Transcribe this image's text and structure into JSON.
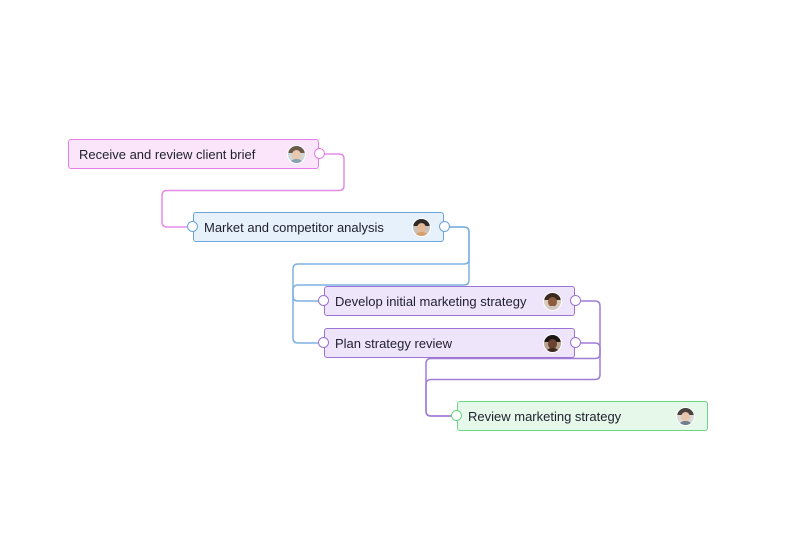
{
  "palette": {
    "pink": {
      "border": "#e57ee8",
      "fill": "#fbe5fb",
      "line": "#e68be8"
    },
    "blue": {
      "border": "#6aa5dc",
      "fill": "#e7f1fb",
      "line": "#7fb2e0"
    },
    "purple": {
      "border": "#9b73d6",
      "fill": "#eee5fa",
      "line": "#a07fd6"
    },
    "green": {
      "border": "#6cd486",
      "fill": "#e5f8ea",
      "line": "#6cd486"
    }
  },
  "tasks": [
    {
      "id": "t1",
      "label": "Receive and review client brief",
      "color": "pink",
      "assignee_icon": "avatar-man-light-icon",
      "has_in": false,
      "has_out": true
    },
    {
      "id": "t2",
      "label": "Market and competitor analysis",
      "color": "blue",
      "assignee_icon": "avatar-woman-light-icon",
      "has_in": true,
      "has_out": true
    },
    {
      "id": "t3",
      "label": "Develop initial marketing strategy",
      "color": "purple",
      "assignee_icon": "avatar-woman-dark-icon",
      "has_in": true,
      "has_out": true
    },
    {
      "id": "t4",
      "label": "Plan strategy review",
      "color": "purple",
      "assignee_icon": "avatar-man-dark-icon",
      "has_in": true,
      "has_out": true
    },
    {
      "id": "t5",
      "label": "Review marketing strategy",
      "color": "green",
      "assignee_icon": "avatar-man-glasses-icon",
      "has_in": true,
      "has_out": false
    }
  ],
  "links": [
    {
      "from": "t1",
      "to": "t2",
      "color": "pink"
    },
    {
      "from": "t2",
      "to": "t3",
      "color": "blue"
    },
    {
      "from": "t2",
      "to": "t4",
      "color": "blue"
    },
    {
      "from": "t3",
      "to": "t5",
      "color": "purple"
    },
    {
      "from": "t4",
      "to": "t5",
      "color": "purple"
    }
  ]
}
